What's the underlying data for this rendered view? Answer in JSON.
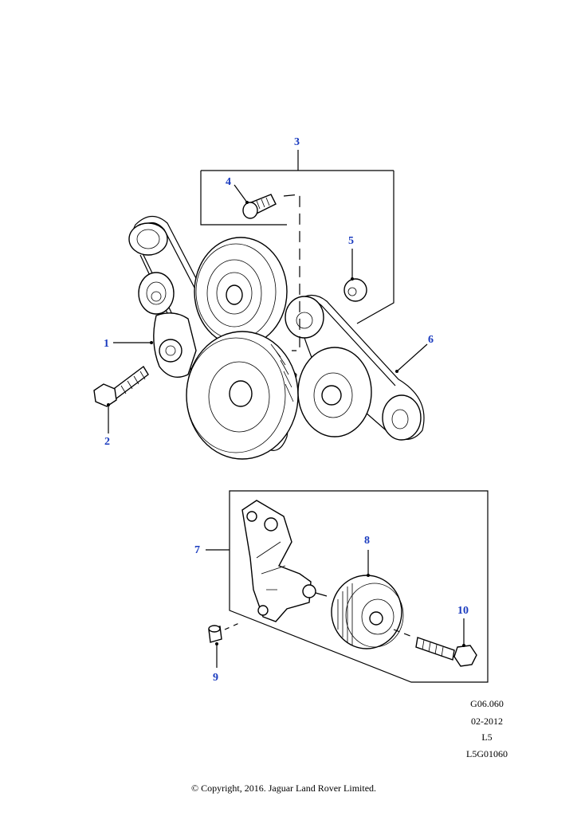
{
  "callouts": {
    "c1": "1",
    "c2": "2",
    "c3": "3",
    "c4": "4",
    "c5": "5",
    "c6": "6",
    "c7": "7",
    "c8": "8",
    "c9": "9",
    "c10": "10"
  },
  "meta": {
    "code": "G06.060",
    "date": "02-2012",
    "model": "L5",
    "ref": "L5G01060"
  },
  "copyright": "© Copyright, 2016. Jaguar Land Rover Limited.",
  "colors": {
    "callout": "#1a3bbf",
    "line": "#000000"
  }
}
